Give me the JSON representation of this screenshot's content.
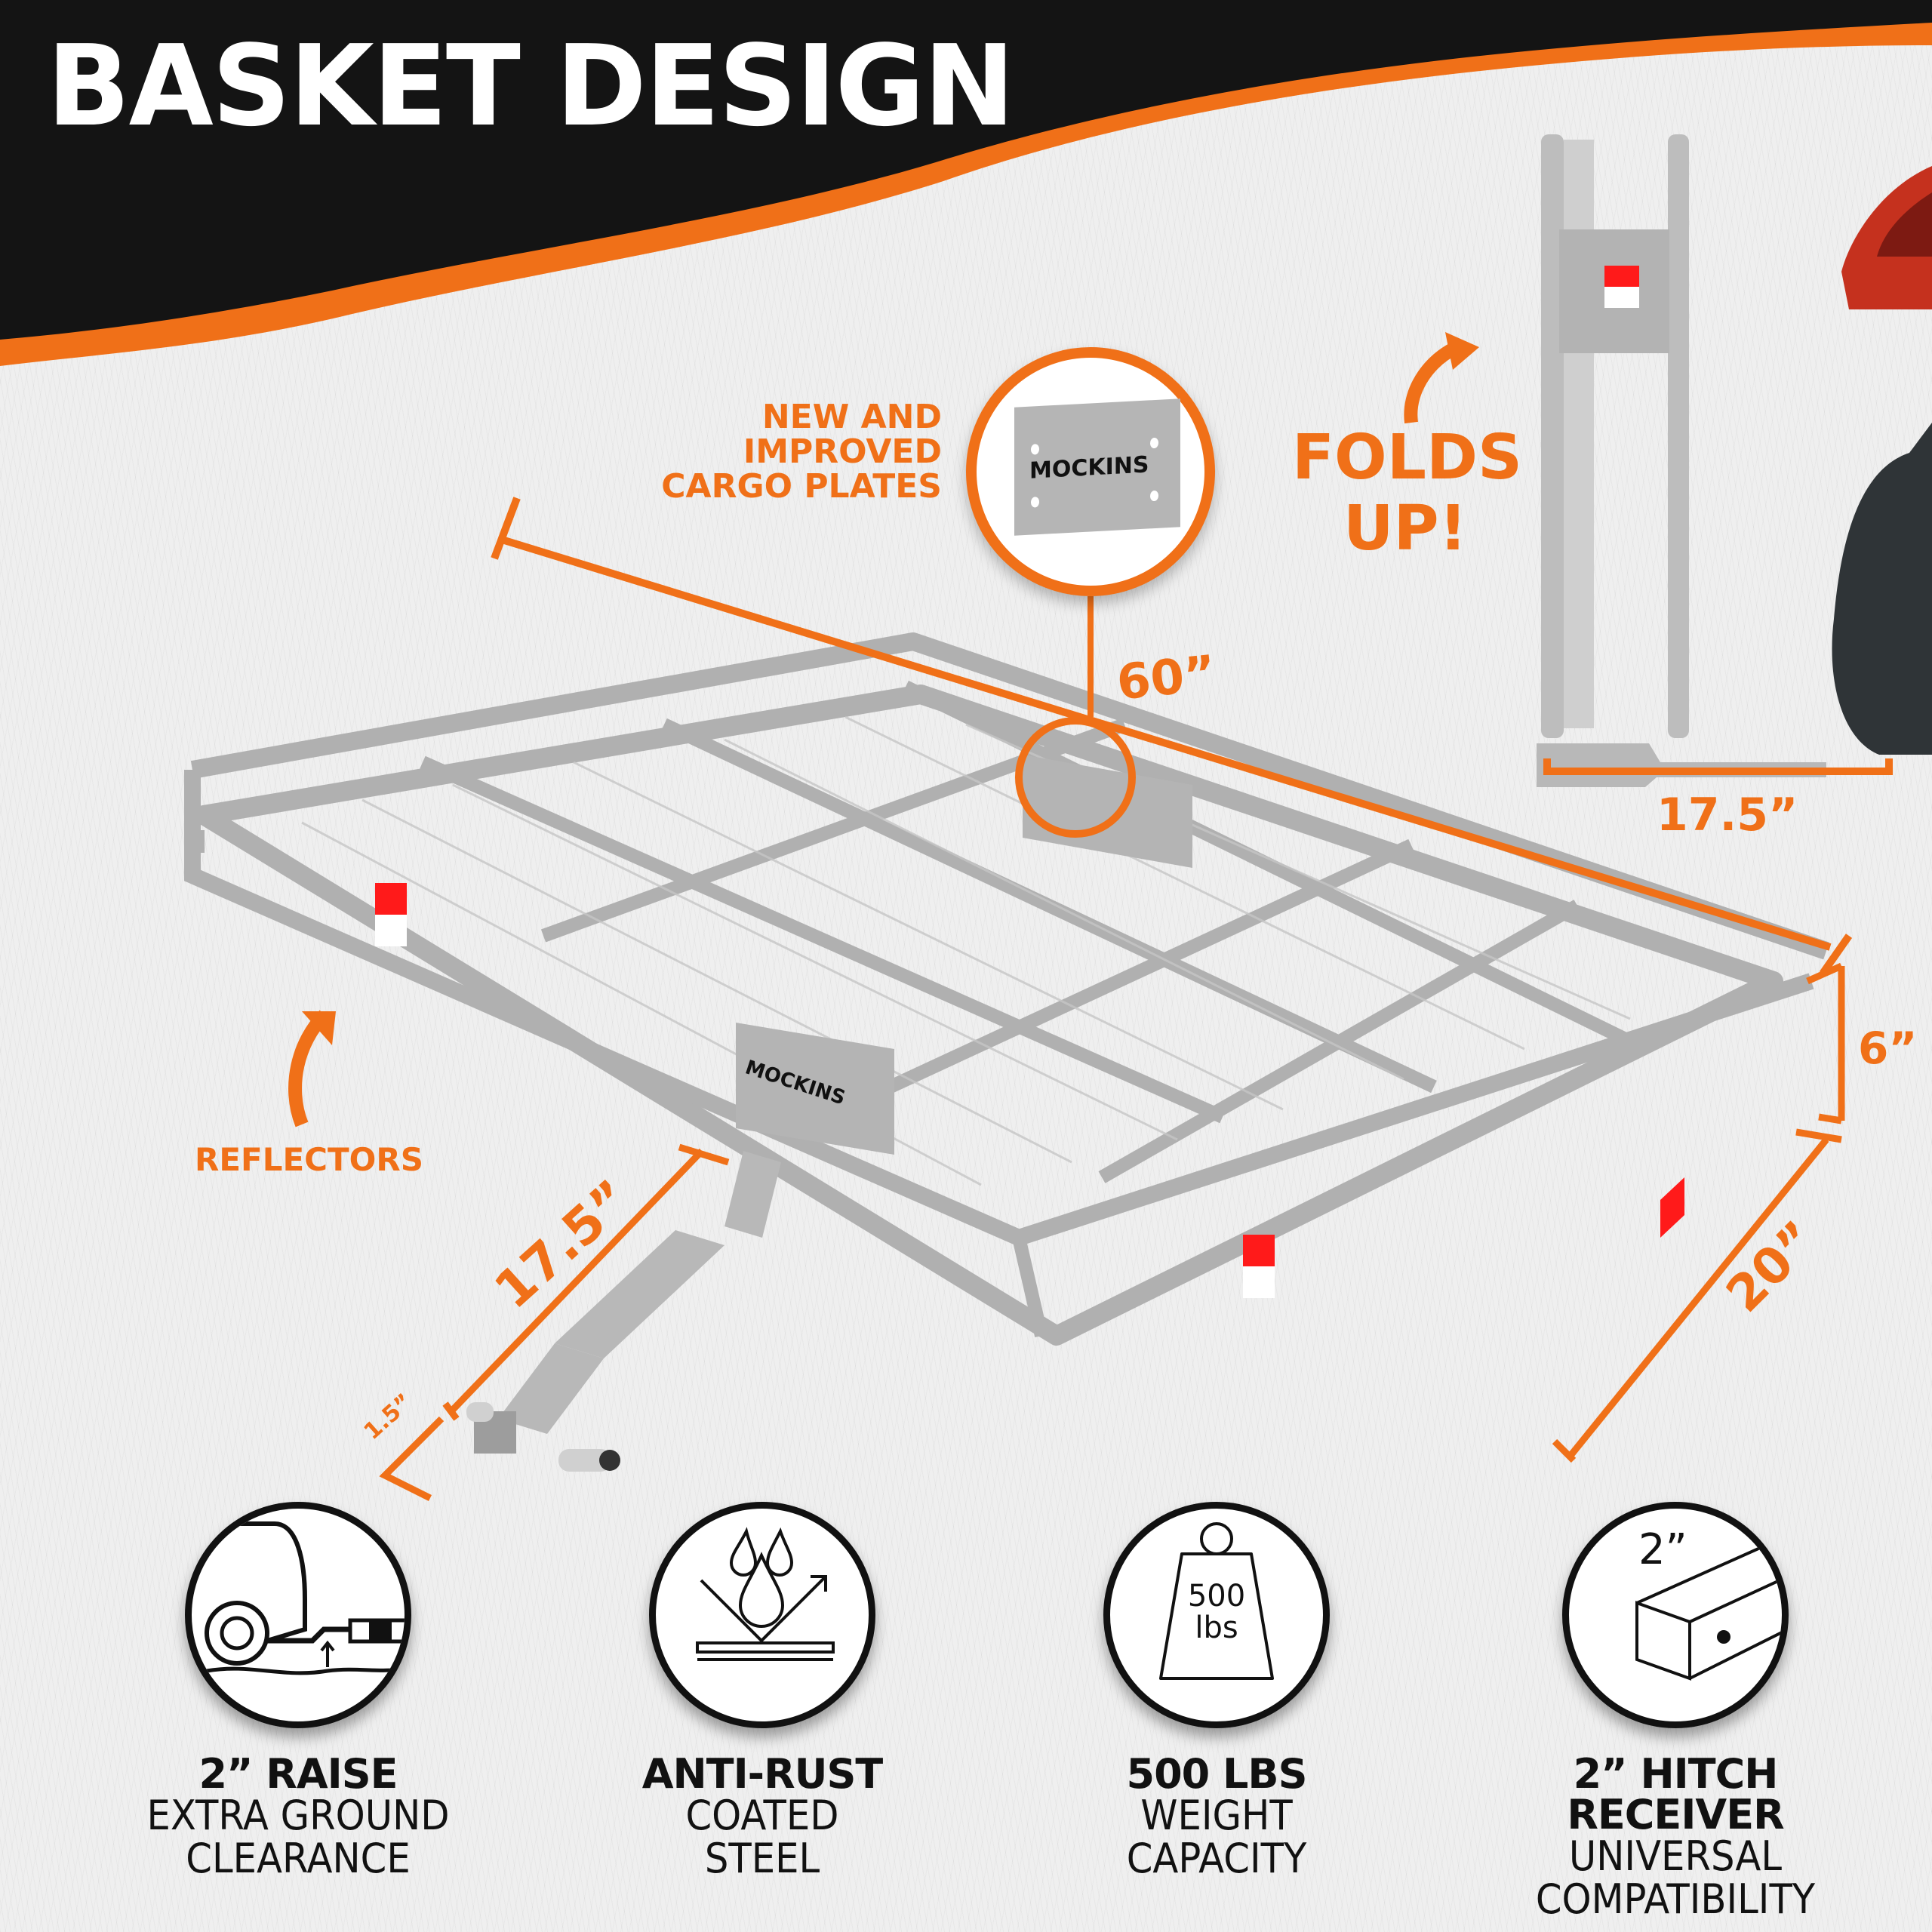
{
  "headline": "BASKET DESIGN",
  "colors": {
    "accent": "#f07018",
    "banner": "#141414",
    "steel": "#b8b8b8",
    "reflector_red": "#ff1a1a",
    "text": "#111111"
  },
  "callouts": {
    "cargo_plates": [
      "NEW AND",
      "IMPROVED",
      "CARGO PLATES"
    ],
    "folds_up": [
      "FOLDS",
      "UP!"
    ],
    "reflectors": "REFLECTORS"
  },
  "brand": "MOCKINS",
  "dimensions": {
    "length": "60”",
    "folded_depth": "17.5”",
    "height": "6”",
    "width": "20”",
    "shank_length": "17.5”",
    "shank_offset": "1.5”"
  },
  "features": [
    {
      "icon": "ground-clearance-icon",
      "title": "2” RAISE",
      "sub": [
        "EXTRA GROUND",
        "CLEARANCE"
      ]
    },
    {
      "icon": "water-drops-shield-icon",
      "title": "ANTI-RUST",
      "sub": [
        "COATED",
        "STEEL"
      ]
    },
    {
      "icon": "weight-icon",
      "title": "500 LBS",
      "sub": [
        "WEIGHT",
        "CAPACITY"
      ],
      "icon_text": [
        "500",
        "lbs"
      ]
    },
    {
      "icon": "square-tube-icon",
      "title": "2” HITCH RECEIVER",
      "sub": [
        "UNIVERSAL",
        "COMPATIBILITY"
      ],
      "icon_text": "2”"
    }
  ]
}
